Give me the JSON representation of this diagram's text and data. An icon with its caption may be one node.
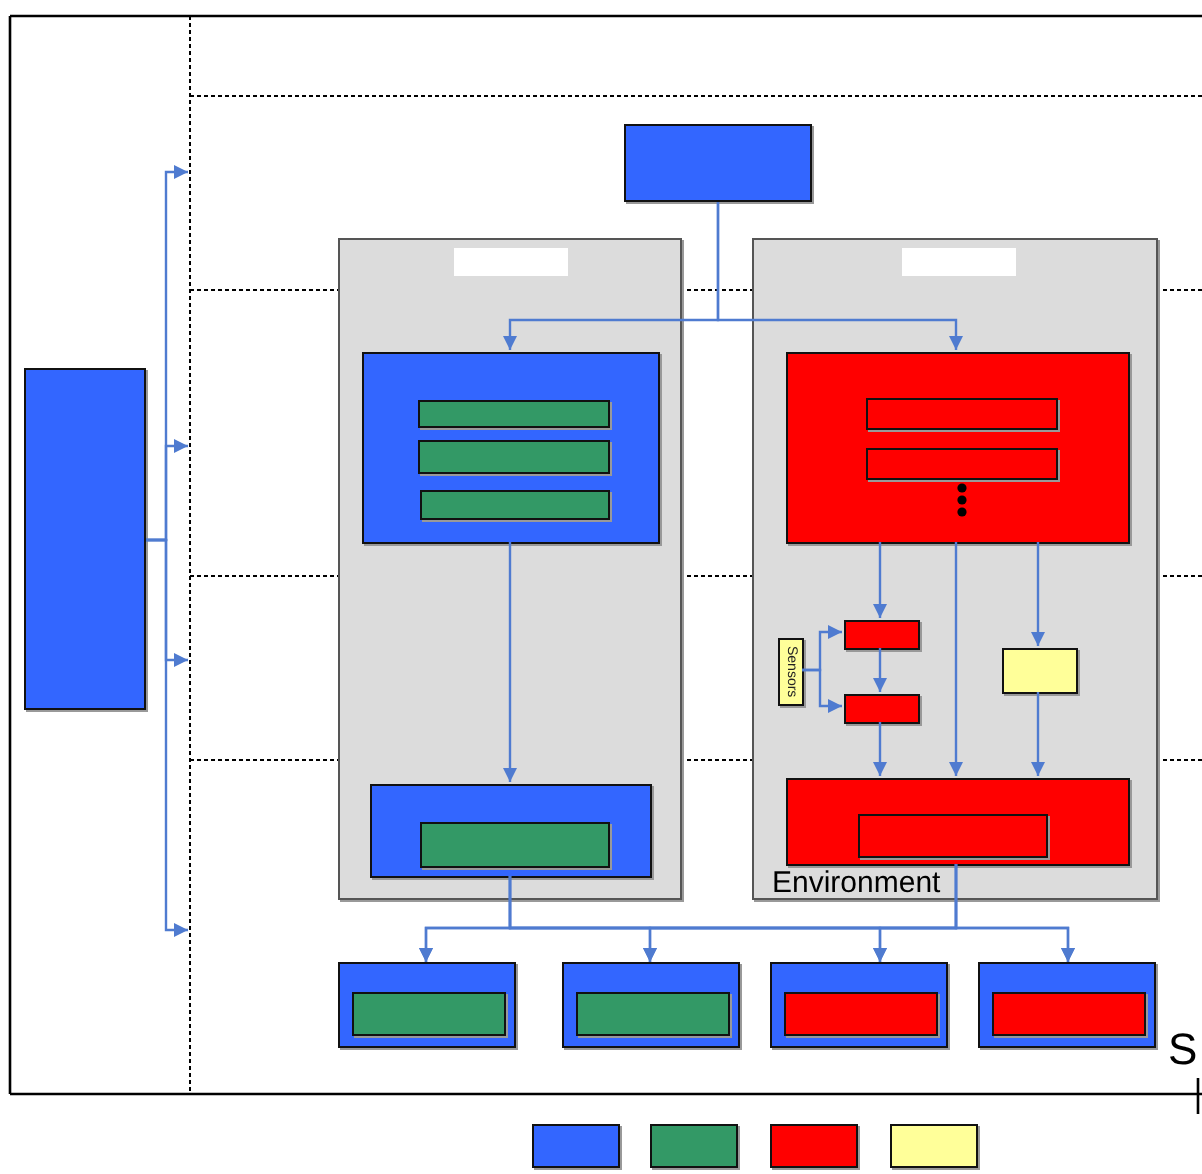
{
  "diagram": {
    "nodes": [
      {
        "text": [],
        "shape": "box"
      },
      {
        "text": [],
        "shape": "box"
      },
      {
        "text": [],
        "shape": "box"
      },
      {
        "text": [],
        "shape": "box",
        "in": 2
      },
      {
        "text": [],
        "shape": "box",
        "in": 2
      },
      {
        "text": [],
        "shape": "box",
        "in": 4
      },
      {
        "text": [],
        "shape": "box",
        "in": 4
      },
      {
        "text": [],
        "shape": "box",
        "in": 4
      },
      {
        "text": [],
        "shape": "box",
        "in": 2
      },
      {
        "text": [],
        "shape": "box",
        "in": 8
      },
      {
        "text": [],
        "shape": "box"
      },
      {
        "text": [],
        "shape": "box",
        "in": 10
      },
      {
        "text": [],
        "shape": "box",
        "in": 10
      },
      {
        "text": [],
        "shape": "box",
        "in": 12
      },
      {
        "text": [],
        "shape": "box",
        "in": 12
      },
      {
        "text": [
          "Sensors"
        ],
        "in": 10
      },
      {
        "text": [],
        "shape": "box",
        "in": 10
      },
      {
        "text": [],
        "shape": "box",
        "in": 10
      },
      {
        "text": [],
        "shape": "box",
        "in": 10
      },
      {
        "text": [],
        "shape": "box",
        "in": 10
      },
      {
        "text": [],
        "shape": "box",
        "in": 19
      },
      {
        "text": [],
        "shape": "box"
      },
      {
        "text": [],
        "shape": "box",
        "in": 21
      },
      {
        "text": [],
        "shape": "box"
      },
      {
        "text": [],
        "shape": "box",
        "in": 23
      },
      {
        "text": [],
        "shape": "box"
      },
      {
        "text": [],
        "shape": "box",
        "in": 25
      },
      {
        "text": [],
        "shape": "box"
      },
      {
        "text": [],
        "shape": "box",
        "in": 27
      },
      {
        "text": [],
        "shape": "box"
      },
      {
        "text": [],
        "shape": "box"
      },
      {
        "text": [],
        "shape": "box"
      },
      {
        "text": [],
        "shape": "box"
      }
    ],
    "edges": [
      {
        "from": 0,
        "to": null,
        "arrow": "to"
      },
      {
        "from": 0,
        "to": null,
        "arrow": "to"
      },
      {
        "from": 0,
        "to": null,
        "arrow": "to"
      },
      {
        "from": 0,
        "to": null,
        "arrow": "to"
      },
      {
        "from": 1,
        "to": 4,
        "arrow": "to"
      },
      {
        "from": 1,
        "to": 12,
        "arrow": "to"
      },
      {
        "from": 4,
        "to": 8,
        "arrow": "to"
      },
      {
        "from": 12,
        "to": 16,
        "arrow": "to"
      },
      {
        "from": 15,
        "to": 16,
        "arrow": "to"
      },
      {
        "from": 15,
        "to": 17,
        "arrow": "to"
      },
      {
        "from": 16,
        "to": 17,
        "arrow": "to"
      },
      {
        "from": 12,
        "to": 18,
        "arrow": "to"
      },
      {
        "from": 17,
        "to": 19,
        "arrow": "to"
      },
      {
        "from": 12,
        "to": 19,
        "arrow": "to"
      },
      {
        "from": 18,
        "to": 19,
        "arrow": "to"
      },
      {
        "from": 8,
        "to": 21,
        "arrow": "to"
      },
      {
        "from": 8,
        "to": 23,
        "arrow": "to"
      },
      {
        "from": 8,
        "to": 25,
        "arrow": "to"
      },
      {
        "from": 8,
        "to": 27,
        "arrow": "to"
      },
      {
        "from": 19,
        "to": 21,
        "arrow": "to"
      },
      {
        "from": 19,
        "to": 23,
        "arrow": "to"
      },
      {
        "from": 19,
        "to": 25,
        "arrow": "to"
      },
      {
        "from": 19,
        "to": 27,
        "arrow": "to"
      }
    ],
    "labels": [
      "Environment",
      "S"
    ]
  }
}
